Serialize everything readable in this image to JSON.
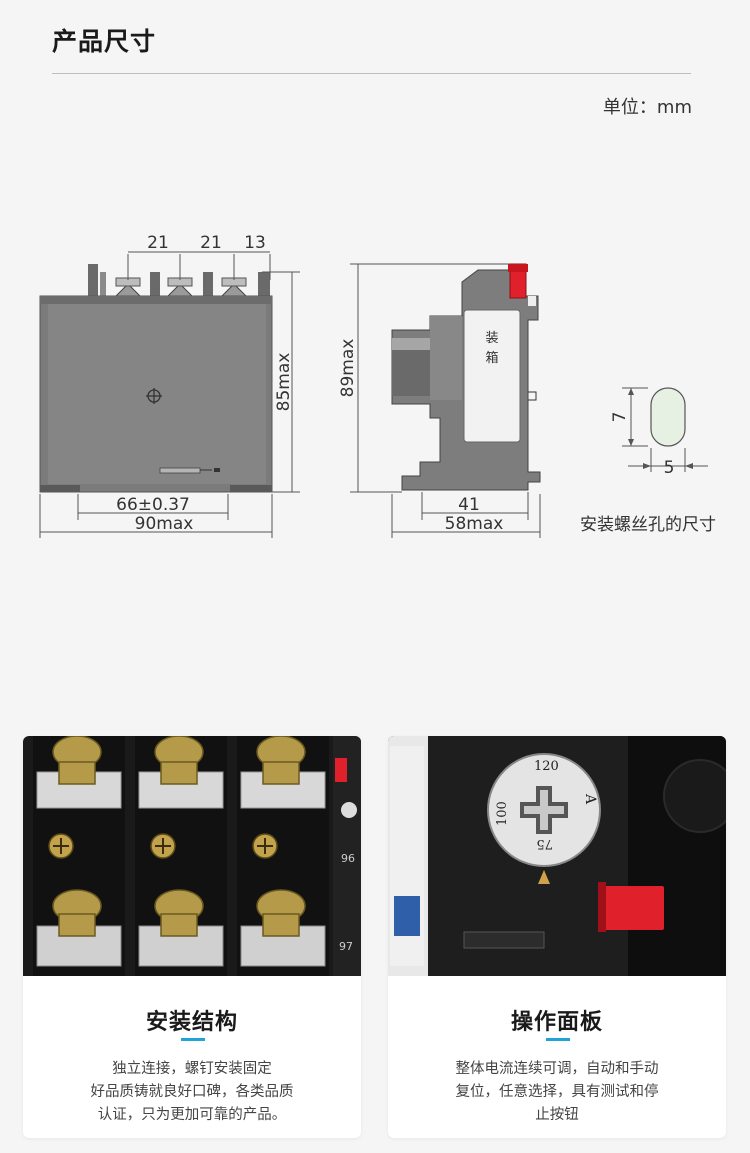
{
  "header": {
    "title": "产品尺寸",
    "unit": "单位：mm"
  },
  "front_view": {
    "top_dims": [
      "21",
      "21",
      "13"
    ],
    "height": "85max",
    "bottom_inner": "66±0.37",
    "bottom_outer": "90max"
  },
  "side_view": {
    "height": "89max",
    "bottom_inner": "41",
    "bottom_outer": "58max",
    "label_text": "装\n箱"
  },
  "mount_hole": {
    "height": "7",
    "width": "5",
    "caption": "安装螺丝孔的尺寸"
  },
  "cards": [
    {
      "title": "安装结构",
      "desc": [
        "独立连接，螺钉安装固定",
        "好品质铸就良好口碑，各类品质",
        "认证，只为更加可靠的产品。"
      ],
      "photo_labels": [
        "96",
        "97"
      ]
    },
    {
      "title": "操作面板",
      "desc": [
        "整体电流连续可调，自动和手动",
        "复位，任意选择，具有测试和停",
        "止按钮"
      ],
      "dial": [
        "120",
        "100",
        "75",
        "A"
      ]
    }
  ],
  "colors": {
    "background": "#f5f5f5",
    "device_gray": "#7b7b7b",
    "device_dark": "#4e4e4e",
    "accent": "#1fa3d8",
    "red_button": "#e0202a"
  }
}
